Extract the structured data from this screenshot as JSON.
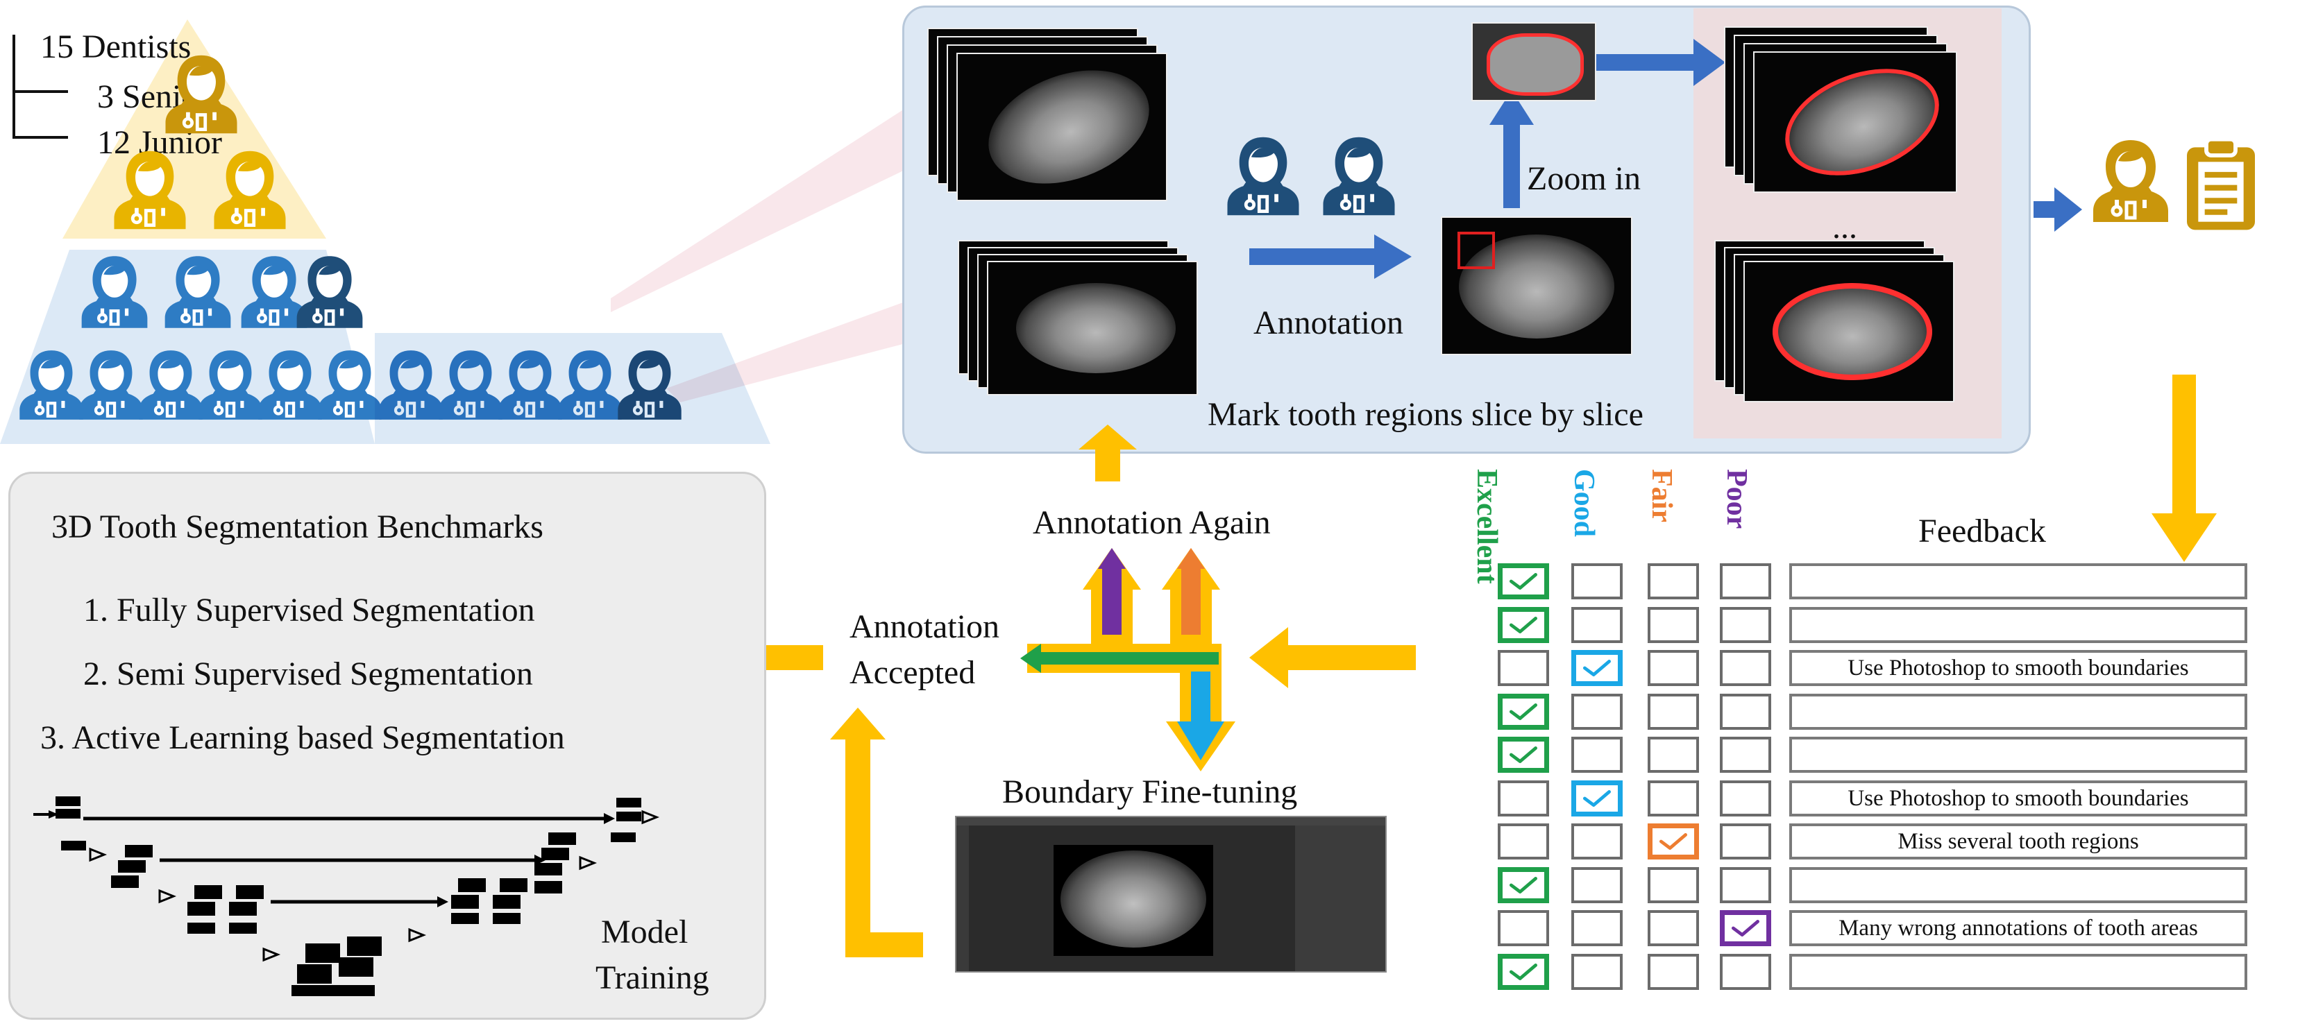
{
  "team": {
    "total": "15 Dentists",
    "senior": "3 Senior",
    "junior": "12 Junior"
  },
  "annotation_panel": {
    "annotation_label": "Annotation",
    "zoom_label": "Zoom in",
    "mark_label": "Mark tooth regions  slice by slice",
    "ellipsis": "..."
  },
  "benchmarks": {
    "title": "3D Tooth Segmentation Benchmarks",
    "items": [
      "1. Fully Supervised Segmentation",
      "2. Semi Supervised Segmentation",
      "3. Active Learning based Segmentation"
    ],
    "model_label_1": "Model",
    "model_label_2": "Training"
  },
  "review": {
    "annotation_again": "Annotation Again",
    "accepted_1": "Annotation",
    "accepted_2": "Accepted",
    "fine_tuning": "Boundary Fine-tuning",
    "columns": [
      "Excellent",
      "Good",
      "Fair",
      "Poor"
    ],
    "feedback_title": "Feedback",
    "rows": [
      {
        "rating": "Excellent",
        "feedback": ""
      },
      {
        "rating": "Excellent",
        "feedback": ""
      },
      {
        "rating": "Good",
        "feedback": "Use Photoshop to smooth boundaries"
      },
      {
        "rating": "Excellent",
        "feedback": ""
      },
      {
        "rating": "Excellent",
        "feedback": ""
      },
      {
        "rating": "Good",
        "feedback": "Use Photoshop to smooth boundaries"
      },
      {
        "rating": "Fair",
        "feedback": "Miss several tooth regions"
      },
      {
        "rating": "Excellent",
        "feedback": ""
      },
      {
        "rating": "Poor",
        "feedback": "Many wrong annotations of tooth areas"
      },
      {
        "rating": "Excellent",
        "feedback": ""
      }
    ]
  },
  "colors": {
    "senior": "#E8B400",
    "junior": "#2E7CC4",
    "highlight": "#1F4E79",
    "arrow_blue": "#3A6FC4",
    "arrow_yellow": "#FFC000",
    "excellent": "#1FA04A",
    "good": "#1AA7E6",
    "fair": "#ED7D31",
    "poor": "#7030A0",
    "reviewer": "#C9960C"
  },
  "icons": [
    "dentist-icon",
    "clipboard-icon",
    "checkmark-icon",
    "arrow-icon"
  ]
}
